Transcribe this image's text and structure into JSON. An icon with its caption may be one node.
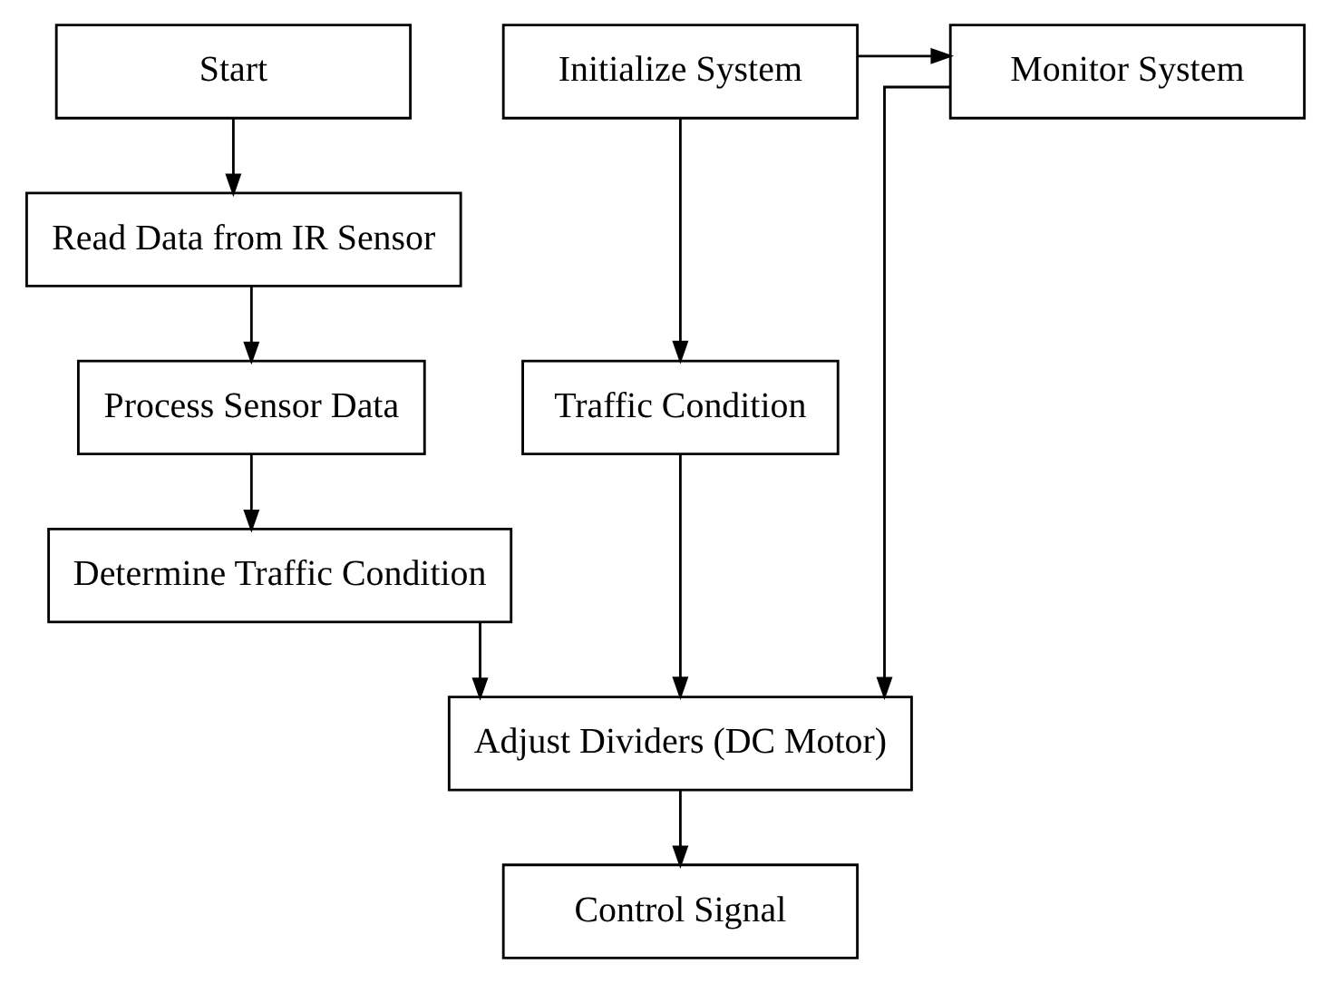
{
  "diagram": {
    "nodes": [
      {
        "text": [
          "Start"
        ]
      },
      {
        "text": [
          "Read Data from IR Sensor"
        ]
      },
      {
        "text": [
          "Process Sensor Data"
        ]
      },
      {
        "text": [
          "Determine Traffic Condition"
        ]
      },
      {
        "text": [
          "Initialize System"
        ]
      },
      {
        "text": [
          "Monitor System"
        ]
      },
      {
        "text": [
          "Traffic Condition"
        ]
      },
      {
        "text": [
          "Adjust Dividers (DC Motor)"
        ]
      },
      {
        "text": [
          "Control Signal"
        ]
      }
    ],
    "edges": [
      {
        "from": 0,
        "to": 1,
        "arrow": "to"
      },
      {
        "from": 1,
        "to": 2,
        "arrow": "to"
      },
      {
        "from": 2,
        "to": 3,
        "arrow": "to"
      },
      {
        "from": 3,
        "to": 7,
        "arrow": "to"
      },
      {
        "from": 4,
        "to": 5,
        "arrow": "to"
      },
      {
        "from": 4,
        "to": 6,
        "arrow": "to"
      },
      {
        "from": 6,
        "to": 7,
        "arrow": "to"
      },
      {
        "from": 5,
        "to": 7,
        "arrow": "to"
      },
      {
        "from": 7,
        "to": 8,
        "arrow": "to"
      }
    ]
  }
}
